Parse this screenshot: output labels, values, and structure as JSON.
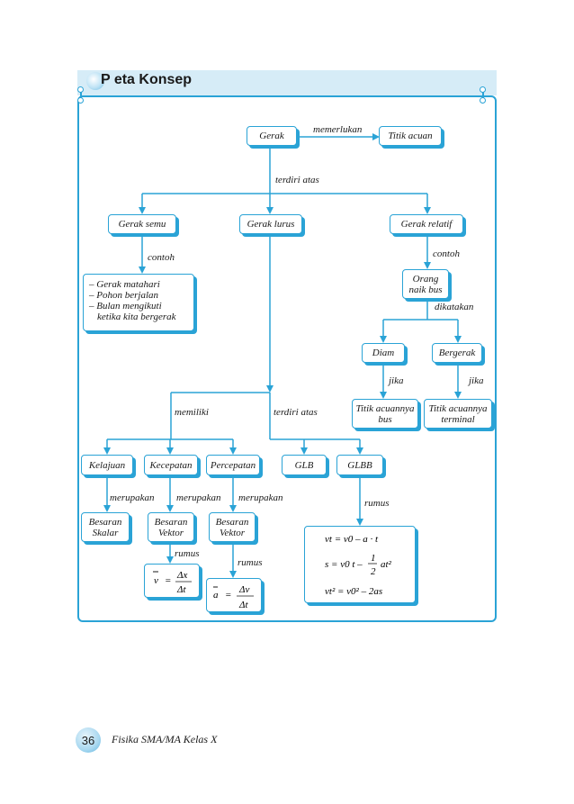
{
  "header": {
    "title": "P eta Konsep"
  },
  "nodes": {
    "gerak": "Gerak",
    "titik_acuan": "Titik acuan",
    "gerak_semu": "Gerak semu",
    "gerak_lurus": "Gerak lurus",
    "gerak_relatif": "Gerak relatif",
    "contoh_list": [
      "– Gerak matahari",
      "– Pohon berjalan",
      "– Bulan mengikuti",
      "  ketika kita bergerak"
    ],
    "orang_naik_bus": [
      "Orang",
      "naik bus"
    ],
    "diam": "Diam",
    "bergerak": "Bergerak",
    "titik_acuan_bus": [
      "Titik acuannya",
      "bus"
    ],
    "titik_acuan_terminal": [
      "Titik acuannya",
      "terminal"
    ],
    "kelajuan": "Kelajuan",
    "kecepatan": "Kecepatan",
    "percepatan": "Percepatan",
    "glb": "GLB",
    "glbb": "GLBB",
    "besaran_skalar": [
      "Besaran",
      "Skalar"
    ],
    "besaran_vektor_1": [
      "Besaran",
      "Vektor"
    ],
    "besaran_vektor_2": [
      "Besaran",
      "Vektor"
    ]
  },
  "labels": {
    "memerlukan": "memerlukan",
    "terdiri_atas_1": "terdiri atas",
    "contoh_1": "contoh",
    "contoh_2": "contoh",
    "dikatakan": "dikatakan",
    "jika_1": "jika",
    "jika_2": "jika",
    "memiliki": "memiliki",
    "terdiri_atas_2": "terdiri atas",
    "merupakan_1": "merupakan",
    "merupakan_2": "merupakan",
    "merupakan_3": "merupakan",
    "rumus_1": "rumus",
    "rumus_2": "rumus",
    "rumus_3": "rumus"
  },
  "formulas": {
    "v_bar": "v",
    "equals": "=",
    "dx": "Δx",
    "dt": "Δt",
    "a_bar": "a",
    "dv": "Δv",
    "dt2": "Δt",
    "glbb_1": "vt = v0 – a · t",
    "glbb_2_left": "s =  v0 t –",
    "glbb_2_num": "1",
    "glbb_2_den": "2",
    "glbb_2_right": "at²",
    "glbb_3": "vt² = v0² – 2as"
  },
  "footer": {
    "page_number": "36",
    "book_title": "Fisika SMA/MA Kelas X"
  },
  "colors": {
    "accent": "#2aa3d6",
    "header_bg": "#d6ecf7"
  }
}
